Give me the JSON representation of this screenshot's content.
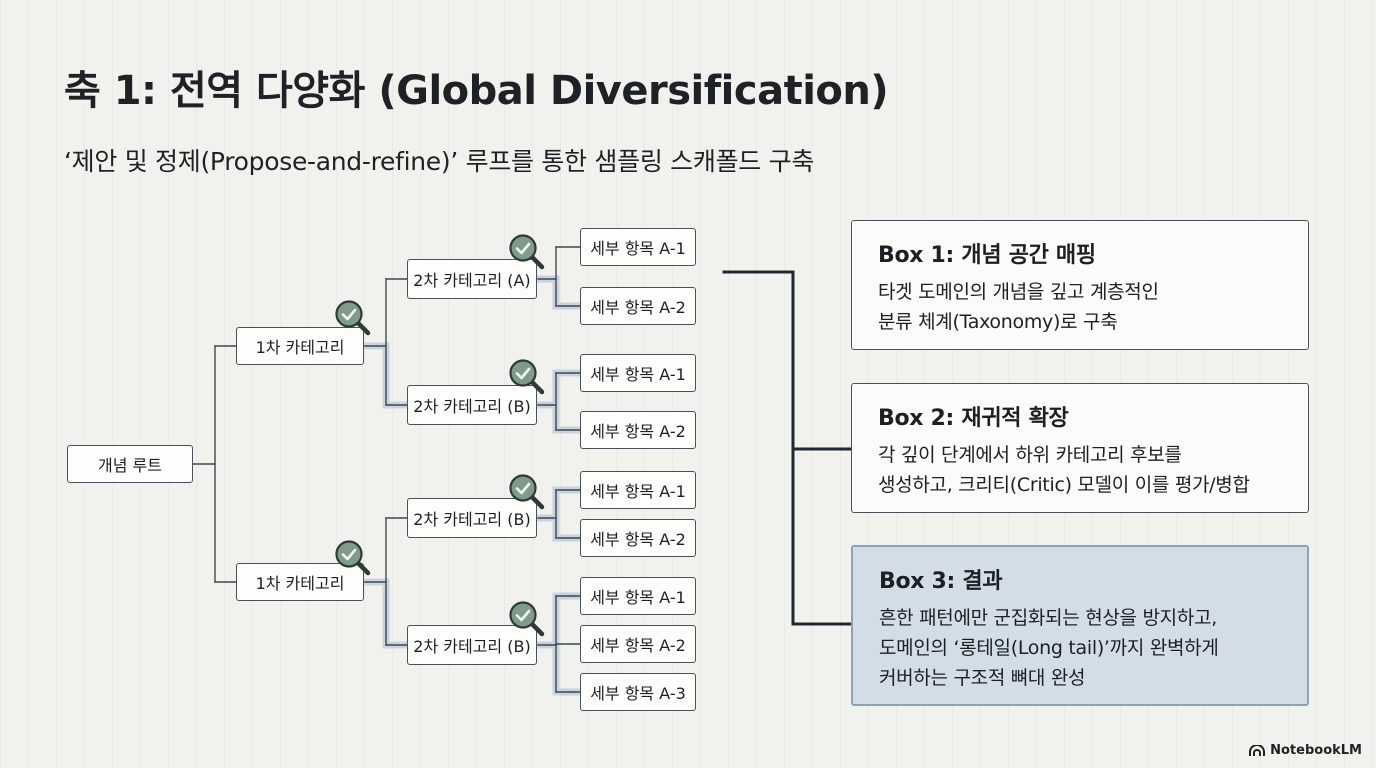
{
  "title": "축 1: 전역 다양화 (Global Diversification)",
  "subtitle": "‘제안 및 정제(Propose-and-refine)’ 루프를 통한 샘플링 스캐폴드 구축",
  "tree": {
    "root": "개념 루트",
    "level1": [
      "1차 카테고리",
      "1차 카테고리"
    ],
    "level2": [
      "2차 카테고리 (A)",
      "2차 카테고리 (B)",
      "2차 카테고리 (B)",
      "2차 카테고리 (B)"
    ],
    "leaves": [
      "세부 항목 A-1",
      "세부 항목 A-2",
      "세부 항목 A-1",
      "세부 항목 A-2",
      "세부 항목 A-1",
      "세부 항목 A-2",
      "세부 항목 A-1",
      "세부 항목 A-2",
      "세부 항목 A-3"
    ]
  },
  "boxes": [
    {
      "title": "Box 1: 개념 공간 매핑",
      "lines": [
        "타겟 도메인의 개념을 깊고 계층적인",
        "분류 체계(Taxonomy)로 구축"
      ]
    },
    {
      "title": "Box 2: 재귀적 확장",
      "lines": [
        "각 깊이 단계에서 하위 카테고리 후보를",
        "생성하고, 크리티(Critic) 모델이 이를 평가/병합"
      ]
    },
    {
      "title": "Box 3: 결과",
      "lines": [
        "흔한 패턴에만 군집화되는 현상을 방지하고,",
        "도메인의 ‘롱테일(Long tail)’까지 완벽하게",
        "커버하는 구조적 뼈대 완성"
      ]
    }
  ],
  "brand": "NotebookLM",
  "icons": {
    "critic": "magnifier-check-icon",
    "brand": "notebooklm-logo-icon"
  },
  "colors": {
    "icon_fill": "#7e9c88",
    "connector": "#1f2833",
    "highlight_bg": "#d3dde8",
    "halo": "#c4d0de"
  }
}
